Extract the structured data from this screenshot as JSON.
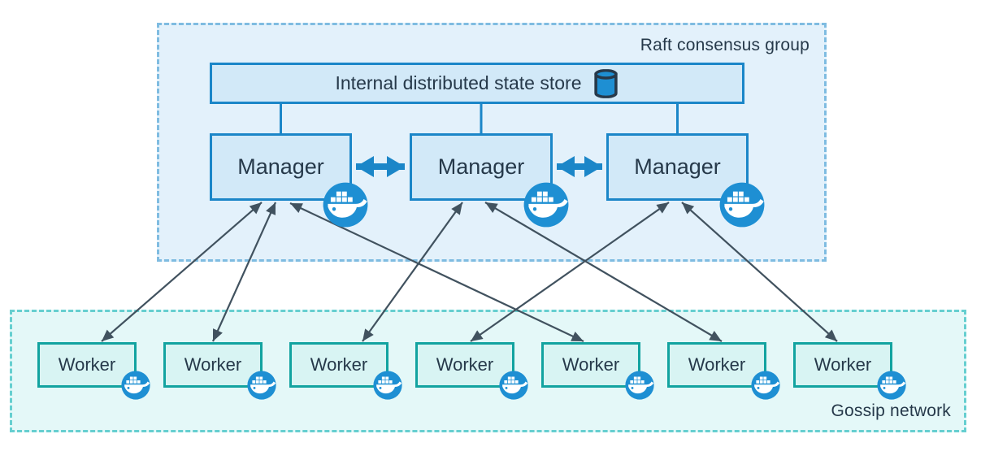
{
  "raft_group": {
    "label": "Raft consensus group",
    "state_store": {
      "label": "Internal distributed state store",
      "icon": "database-cylinder-icon"
    },
    "managers": [
      {
        "label": "Manager",
        "icon": "docker-whale-icon"
      },
      {
        "label": "Manager",
        "icon": "docker-whale-icon"
      },
      {
        "label": "Manager",
        "icon": "docker-whale-icon"
      }
    ]
  },
  "gossip_group": {
    "label": "Gossip network",
    "workers": [
      {
        "label": "Worker",
        "icon": "docker-whale-icon"
      },
      {
        "label": "Worker",
        "icon": "docker-whale-icon"
      },
      {
        "label": "Worker",
        "icon": "docker-whale-icon"
      },
      {
        "label": "Worker",
        "icon": "docker-whale-icon"
      },
      {
        "label": "Worker",
        "icon": "docker-whale-icon"
      },
      {
        "label": "Worker",
        "icon": "docker-whale-icon"
      },
      {
        "label": "Worker",
        "icon": "docker-whale-icon"
      }
    ]
  },
  "connections": {
    "state_store_to_managers": [
      1,
      2,
      3
    ],
    "manager_peer_links": [
      {
        "from": "manager-1",
        "to": "manager-2",
        "style": "thick-bidirectional"
      },
      {
        "from": "manager-2",
        "to": "manager-3",
        "style": "thick-bidirectional"
      }
    ],
    "manager_worker_links": [
      {
        "manager": 1,
        "worker": 1,
        "style": "bidirectional"
      },
      {
        "manager": 1,
        "worker": 2,
        "style": "bidirectional"
      },
      {
        "manager": 1,
        "worker": 5,
        "style": "bidirectional"
      },
      {
        "manager": 2,
        "worker": 3,
        "style": "bidirectional"
      },
      {
        "manager": 2,
        "worker": 6,
        "style": "bidirectional"
      },
      {
        "manager": 3,
        "worker": 4,
        "style": "bidirectional"
      },
      {
        "manager": 3,
        "worker": 7,
        "style": "bidirectional"
      }
    ]
  },
  "colors": {
    "raft_fill": "#e3f1fb",
    "raft_dash_border": "#7fbce1",
    "blue_box_fill": "#d2e9f8",
    "blue_border": "#1b86c8",
    "docker_blue": "#1e8fd3",
    "gossip_fill": "#e4f8f8",
    "gossip_dash_border": "#66cfd0",
    "worker_fill": "#d8f4f3",
    "worker_border": "#12a3a0",
    "arrow_slate": "#41525f",
    "text_navy": "#26394a"
  }
}
